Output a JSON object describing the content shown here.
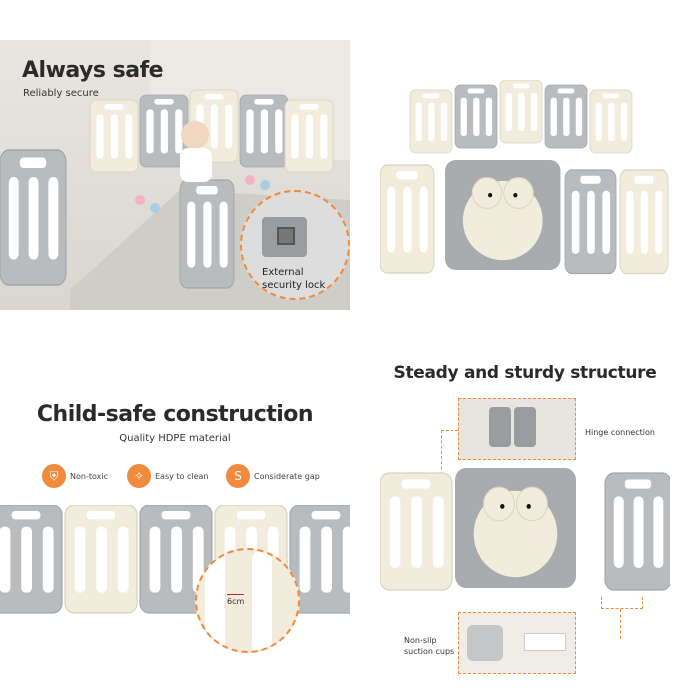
{
  "panel1": {
    "title": "Always safe",
    "subtitle": "Reliably secure",
    "callout": "External security lock"
  },
  "panel3": {
    "title": "Child-safe construction",
    "subtitle": "Quality HDPE material",
    "features": [
      {
        "icon": "shield-icon",
        "label": "Non-toxic"
      },
      {
        "icon": "clean-icon",
        "label": "Easy to clean"
      },
      {
        "icon": "gap-icon",
        "label": "Considerate gap"
      }
    ],
    "gap_label": "6cm"
  },
  "panel4": {
    "title": "Steady and sturdy structure",
    "hinge_label": "Hinge connection",
    "cups_label": "Non-slip suction cups"
  },
  "colors": {
    "accent": "#f08a3c",
    "cream": "#f1ecdc",
    "grey": "#b9bcbf"
  }
}
